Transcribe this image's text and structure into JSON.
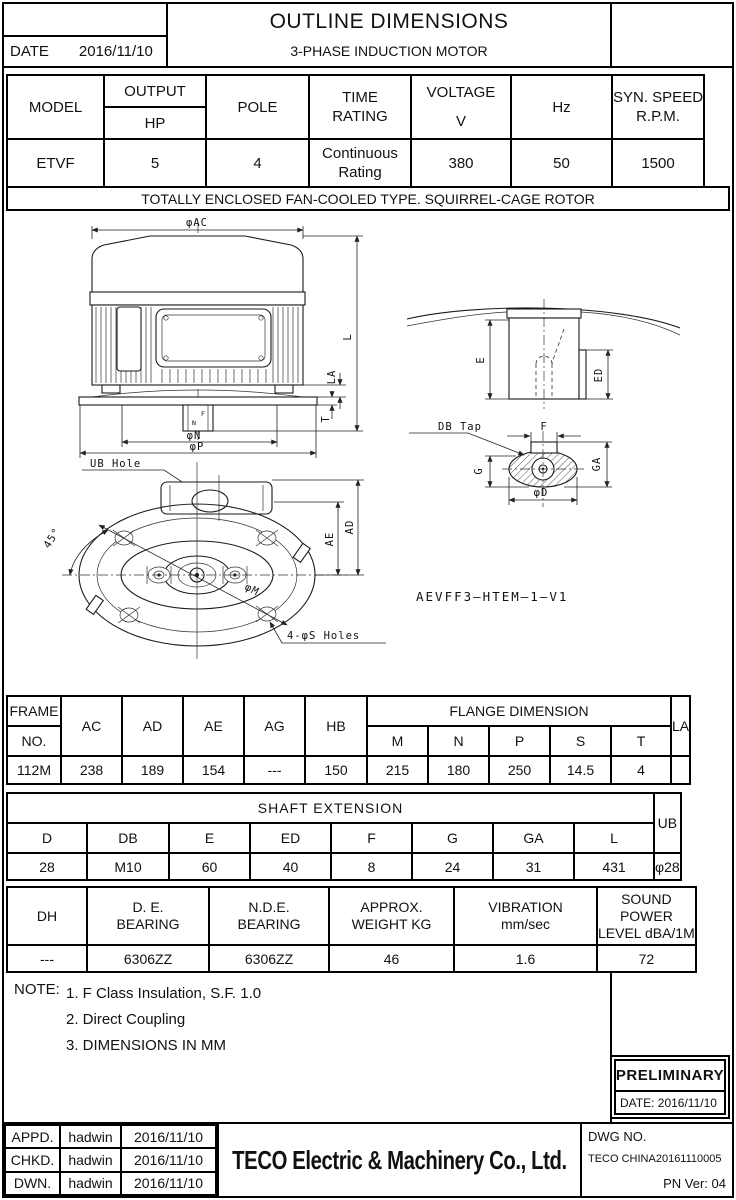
{
  "header": {
    "date_label": "DATE",
    "date_value": "2016/11/10",
    "title": "OUTLINE DIMENSIONS",
    "subtitle": "3-PHASE INDUCTION MOTOR"
  },
  "spec": {
    "model_label": "MODEL",
    "output_label": "OUTPUT",
    "output_unit": "HP",
    "pole_label": "POLE",
    "time_rating_label": [
      "TIME",
      "RATING"
    ],
    "voltage_label": "VOLTAGE",
    "voltage_unit": "V",
    "hz_label": "Hz",
    "syn_speed_label": [
      "SYN. SPEED",
      "R.P.M."
    ],
    "row": {
      "model": "ETVF",
      "output_hp": "5",
      "pole": "4",
      "time_rating": [
        "Continuous",
        "Rating"
      ],
      "voltage": "380",
      "hz": "50",
      "syn_speed": "1500"
    }
  },
  "type_banner": "TOTALLY ENCLOSED FAN-COOLED TYPE. SQUIRREL-CAGE ROTOR",
  "drawing": {
    "labels": {
      "phi_ac": "φAC",
      "l": "L",
      "la": "LA",
      "t": "T",
      "phi_n": "φN",
      "phi_p": "φP",
      "stub_f": "F",
      "stub_n": "N",
      "e": "E",
      "ed": "ED",
      "db_tap": "DB Tap",
      "f": "F",
      "g": "G",
      "ga": "GA",
      "phi_d": "φD",
      "ub_hole": "UB Hole",
      "angle": "45°",
      "phi_m": "φM",
      "ae": "AE",
      "ad": "AD",
      "s_holes": "4-φS Holes",
      "model_code": "AEVFF3—HTEM—1—V1"
    }
  },
  "frame_table": {
    "frame_label": "FRAME",
    "no_label": "NO.",
    "dim_cols": [
      "AC",
      "AD",
      "AE",
      "AG",
      "HB"
    ],
    "flange_label": "FLANGE DIMENSION",
    "flange_cols": [
      "M",
      "N",
      "P",
      "S",
      "T"
    ],
    "la_label": "LA",
    "values": [
      "112M",
      "238",
      "189",
      "154",
      "---",
      "150",
      "215",
      "180",
      "250",
      "14.5",
      "4",
      ""
    ]
  },
  "shaft_table": {
    "title": "SHAFT  EXTENSION",
    "cols": [
      "D",
      "DB",
      "E",
      "ED",
      "F",
      "G",
      "GA",
      "L"
    ],
    "ub_label": "UB",
    "values": [
      "28",
      "M10",
      "60",
      "40",
      "8",
      "24",
      "31",
      "431"
    ],
    "ub_value": "φ28"
  },
  "bearing_table": {
    "headers": [
      [
        "DH"
      ],
      [
        "D. E.",
        "BEARING"
      ],
      [
        "N.D.E.",
        "BEARING"
      ],
      [
        "APPROX.",
        "WEIGHT KG"
      ],
      [
        "VIBRATION",
        "mm/sec"
      ],
      [
        "SOUND",
        "POWER",
        "LEVEL dBA/1M"
      ]
    ],
    "values": [
      "---",
      "6306ZZ",
      "6306ZZ",
      "46",
      "1.6",
      "72"
    ]
  },
  "note": {
    "label": "NOTE:",
    "items": [
      "1. F Class Insulation, S.F. 1.0",
      "2. Direct Coupling",
      "3. DIMENSIONS IN MM"
    ]
  },
  "preliminary": {
    "title": "PRELIMINARY",
    "date": "DATE: 2016/11/10"
  },
  "title_block": {
    "rows": [
      {
        "role": "APPD.",
        "name": "hadwin",
        "date": "2016/11/10"
      },
      {
        "role": "CHKD.",
        "name": "hadwin",
        "date": "2016/11/10"
      },
      {
        "role": "DWN.",
        "name": "hadwin",
        "date": "2016/11/10"
      }
    ],
    "company": "TECO Electric & Machinery Co., Ltd.",
    "dwg_no_label": "DWG NO.",
    "dwg_no": "TECO CHINA20161110005",
    "pn_ver": "PN Ver: 04"
  }
}
